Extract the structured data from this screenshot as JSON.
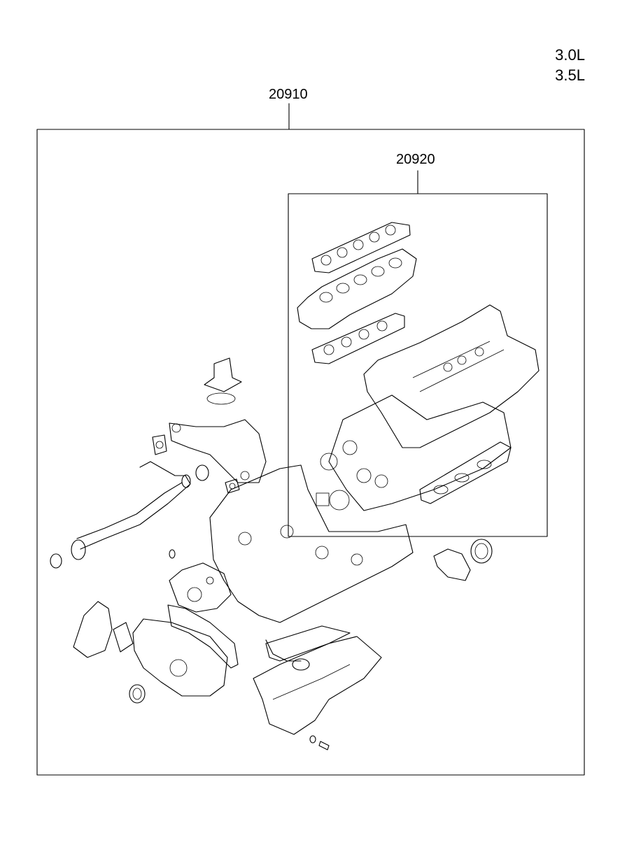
{
  "engine_variants": [
    "3.0L",
    "3.5L"
  ],
  "callouts": {
    "outer_kit": "20910",
    "inner_kit": "20920"
  },
  "colors": {
    "ink": "#000000",
    "paper": "#ffffff"
  }
}
